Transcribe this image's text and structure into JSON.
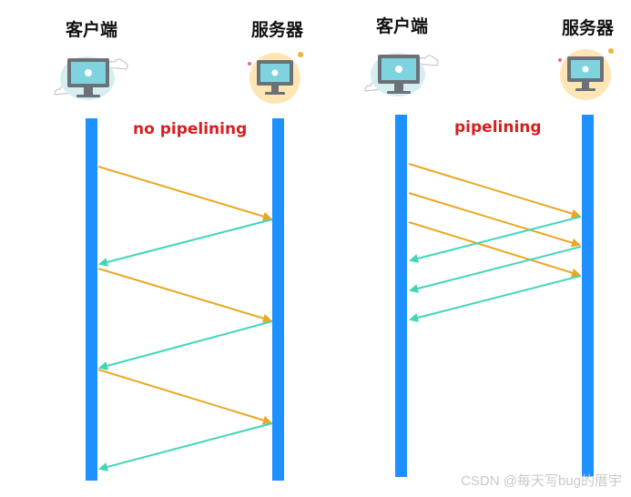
{
  "colors": {
    "lifeline": "#1e90ff",
    "request": "#e8a823",
    "response": "#3fd6b8",
    "mode_label": "#d81e1e"
  },
  "left_panel": {
    "client_label": "客户端",
    "server_label": "服务器",
    "mode_label": "no pipelining",
    "client_icon": "computer-cloud-icon",
    "server_icon": "computer-sun-icon"
  },
  "right_panel": {
    "client_label": "客户端",
    "server_label": "服务器",
    "mode_label": "pipelining",
    "client_icon": "computer-cloud-icon",
    "server_icon": "computer-sun-icon"
  },
  "watermark": "CSDN @每天写bug的厝宇"
}
